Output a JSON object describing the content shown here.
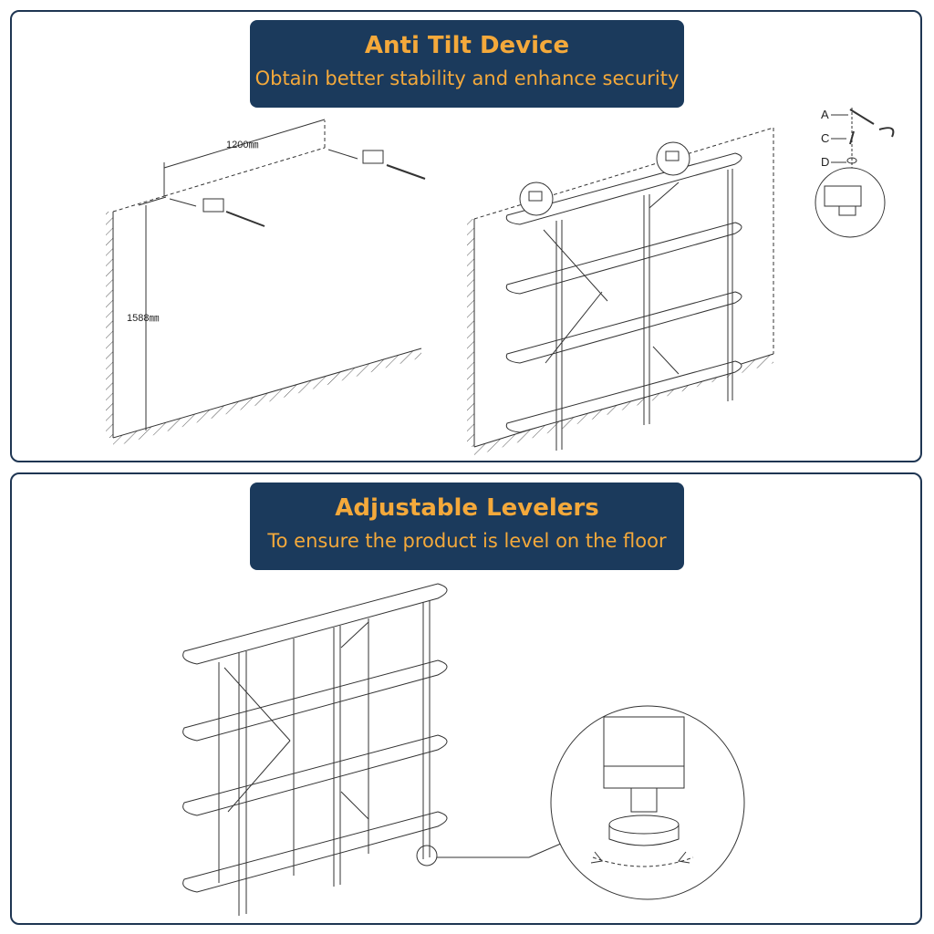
{
  "anti_tilt": {
    "title": "Anti Tilt Device",
    "subtitle": "Obtain better stability and enhance security",
    "width_dim": "1200㎜",
    "height_dim": "1588㎜",
    "parts": [
      "A",
      "C",
      "D"
    ]
  },
  "levelers": {
    "title": "Adjustable Levelers",
    "subtitle": "To ensure the product is level on the floor"
  },
  "colors": {
    "banner_bg": "#1b3a5c",
    "banner_text": "#f4a93b",
    "panel_border": "#1e3552"
  }
}
